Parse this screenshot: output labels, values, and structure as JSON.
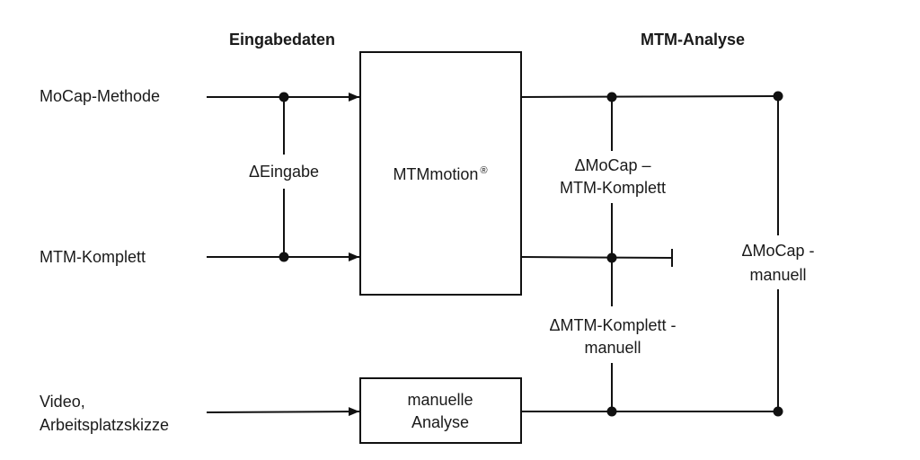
{
  "headers": {
    "input": "Eingabedaten",
    "analysis": "MTM-Analyse"
  },
  "inputs": {
    "mocap": "MoCap-Methode",
    "mtm_komplett": "MTM-Komplett",
    "video_line1": "Video,",
    "video_line2": "Arbeitsplatzskizze"
  },
  "boxes": {
    "mtmmotion": "MTMmotion",
    "mtmmotion_mark": "®",
    "manual_line1": "manuelle",
    "manual_line2": "Analyse"
  },
  "deltas": {
    "eingabe": "ΔEingabe",
    "mocap_mtm_line1": "ΔMoCap –",
    "mocap_mtm_line2": "MTM-Komplett",
    "mtm_manuell_line1": "ΔMTM-Komplett -",
    "mtm_manuell_line2": "manuell",
    "mocap_manuell_line1": "ΔMoCap -",
    "mocap_manuell_line2": "manuell"
  }
}
